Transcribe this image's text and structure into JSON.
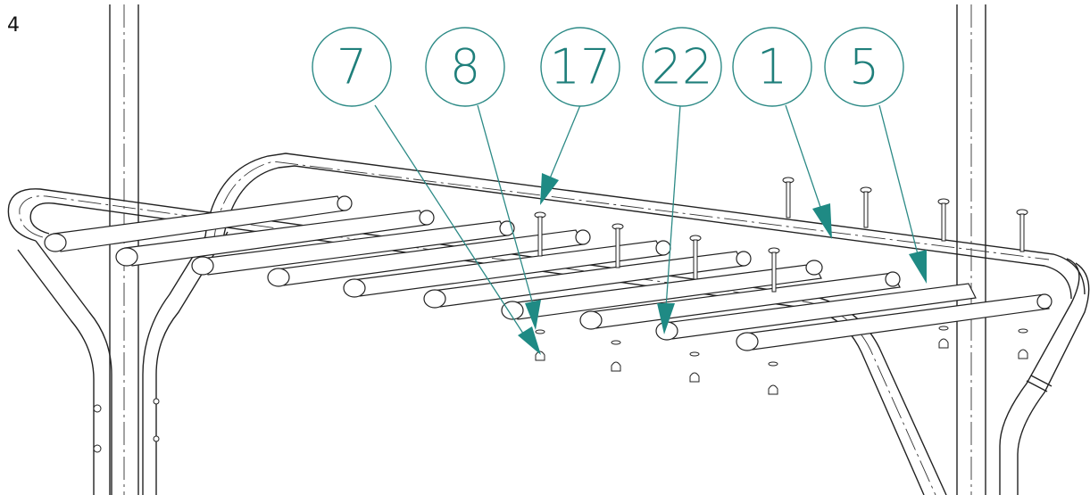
{
  "step": {
    "number": "4"
  },
  "callouts": [
    {
      "label": "7"
    },
    {
      "label": "8"
    },
    {
      "label": "17"
    },
    {
      "label": "22"
    },
    {
      "label": "1"
    },
    {
      "label": "5"
    }
  ],
  "colors": {
    "callout": "#1f7f7b",
    "line": "#222222"
  }
}
